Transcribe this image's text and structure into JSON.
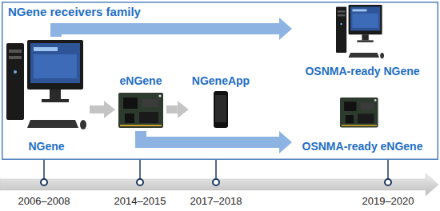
{
  "diagram": {
    "nodes": [
      {
        "text": [
          "NGene receivers family"
        ]
      },
      {
        "text": [
          "NGene"
        ],
        "in": 0
      },
      {
        "text": [
          "eNGene"
        ],
        "in": 0
      },
      {
        "text": [
          "NGeneApp"
        ],
        "in": 0
      },
      {
        "text": [
          "OSNMA-ready NGene"
        ],
        "in": 0
      },
      {
        "text": [
          "OSNMA-ready eNGene"
        ],
        "in": 0
      }
    ],
    "edges": [
      {
        "from": 1,
        "to": 2,
        "arrow": "to"
      },
      {
        "from": 2,
        "to": 3,
        "arrow": "to"
      },
      {
        "from": 1,
        "to": 4,
        "arrow": "to"
      },
      {
        "from": 2,
        "to": 5,
        "arrow": "to"
      }
    ],
    "labels": [
      "2006–2008",
      "2014–2015",
      "2017–2018",
      "2019–2020"
    ]
  }
}
